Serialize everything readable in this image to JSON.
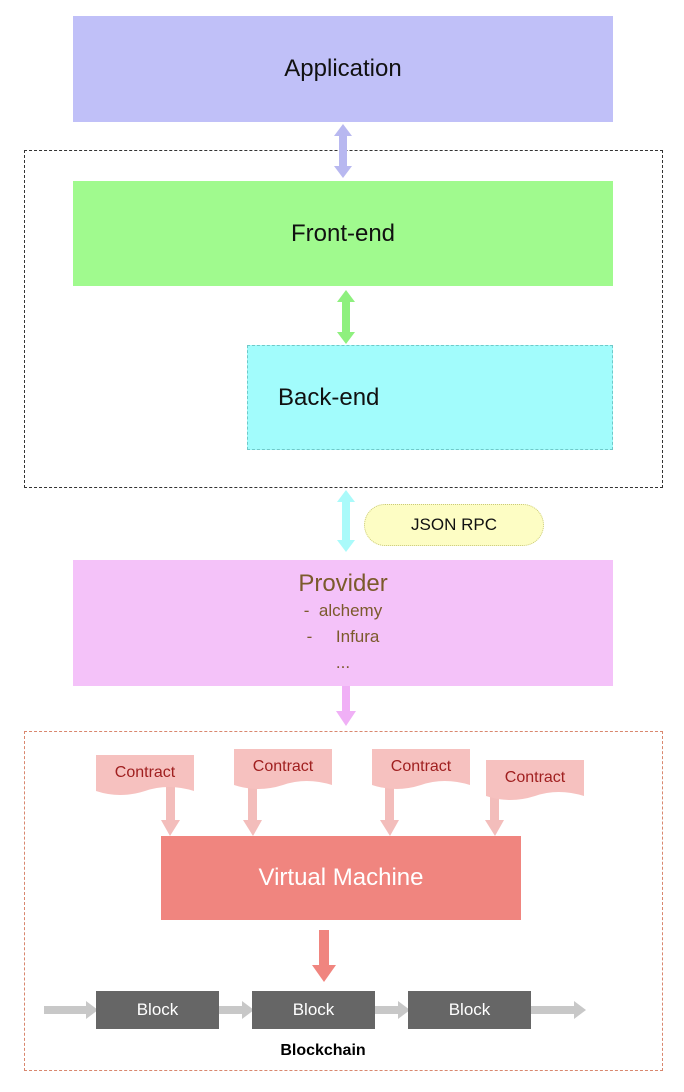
{
  "layers": {
    "application": "Application",
    "frontend": "Front-end",
    "backend": "Back-end",
    "json_rpc": "JSON RPC",
    "provider": {
      "title": "Provider",
      "items": [
        "-  alchemy",
        "-     Infura",
        "..."
      ]
    }
  },
  "blockchain": {
    "contracts": [
      "Contract",
      "Contract",
      "Contract",
      "Contract"
    ],
    "virtual_machine": "Virtual Machine",
    "blocks": [
      "Block",
      "Block",
      "Block"
    ],
    "label": "Blockchain"
  },
  "colors": {
    "application": "#c0c0f8",
    "frontend": "#a0fa8e",
    "backend": "#a2fcfc",
    "provider": "#f4c2f9",
    "json_rpc": "#fdfdc4",
    "contract": "#f6c1bf",
    "virtual_machine": "#f0857f",
    "block": "#666666"
  }
}
